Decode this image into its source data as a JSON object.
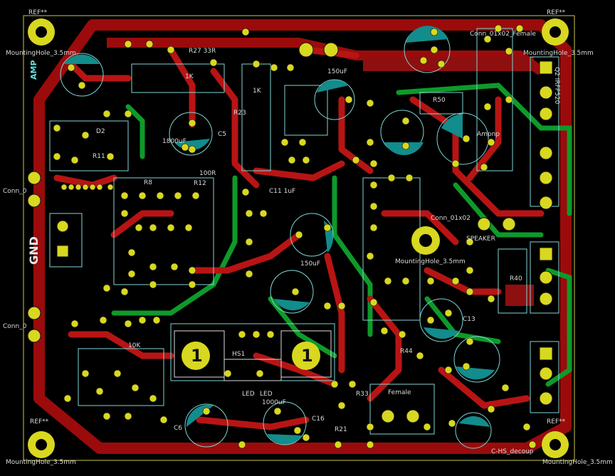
{
  "labels": {
    "ref_tl": "REF**",
    "ref_tr": "REF**",
    "ref_bl": "REF**",
    "ref_br": "REF**",
    "mh_tl": "MountingHole_3.5mm",
    "mh_tr": "MountingHole_3.5mm",
    "mh_bl": "MountingHole_3.5mm",
    "mh_br": "MountingHole_3.5mm",
    "mh_mid": "MountingHole_3.5mm",
    "conn_tr": "Conn_01x02_Female",
    "conn_left1": "Conn_0",
    "conn_left2": "Conn_0",
    "conn_mid": "Conn_01x02",
    "gnd": "GND",
    "amp": "AMP",
    "speaker": "SPEAKER",
    "decoupling": "C-HS_decoup",
    "cap_1800": "1800uF",
    "cap_150_a": "150uF",
    "cap_150_b": "150uF",
    "cap_1000": "1000uF",
    "cap_1uf": "C11 1uF",
    "r27": "R27 33R",
    "r23": "R23",
    "r50": "R50",
    "r40": "R40",
    "r_1k_a": "1K",
    "r_1k_b": "1K",
    "r_100r": "100R",
    "r_10k": "10K",
    "c5": "C5",
    "c6": "C6",
    "c13": "C13",
    "c16": "C16",
    "d2": "D2",
    "r8": "R8",
    "r11": "R11",
    "r12": "R12",
    "r21": "R21",
    "r33": "R33",
    "r44": "R44",
    "hs1": "HS1",
    "led_a": "LED",
    "led_b": "LED",
    "female": "Female",
    "hole_num_a": "1",
    "hole_num_b": "1",
    "q_irfp": "Q2 IRFP520",
    "ampnp": "Ampnp"
  }
}
